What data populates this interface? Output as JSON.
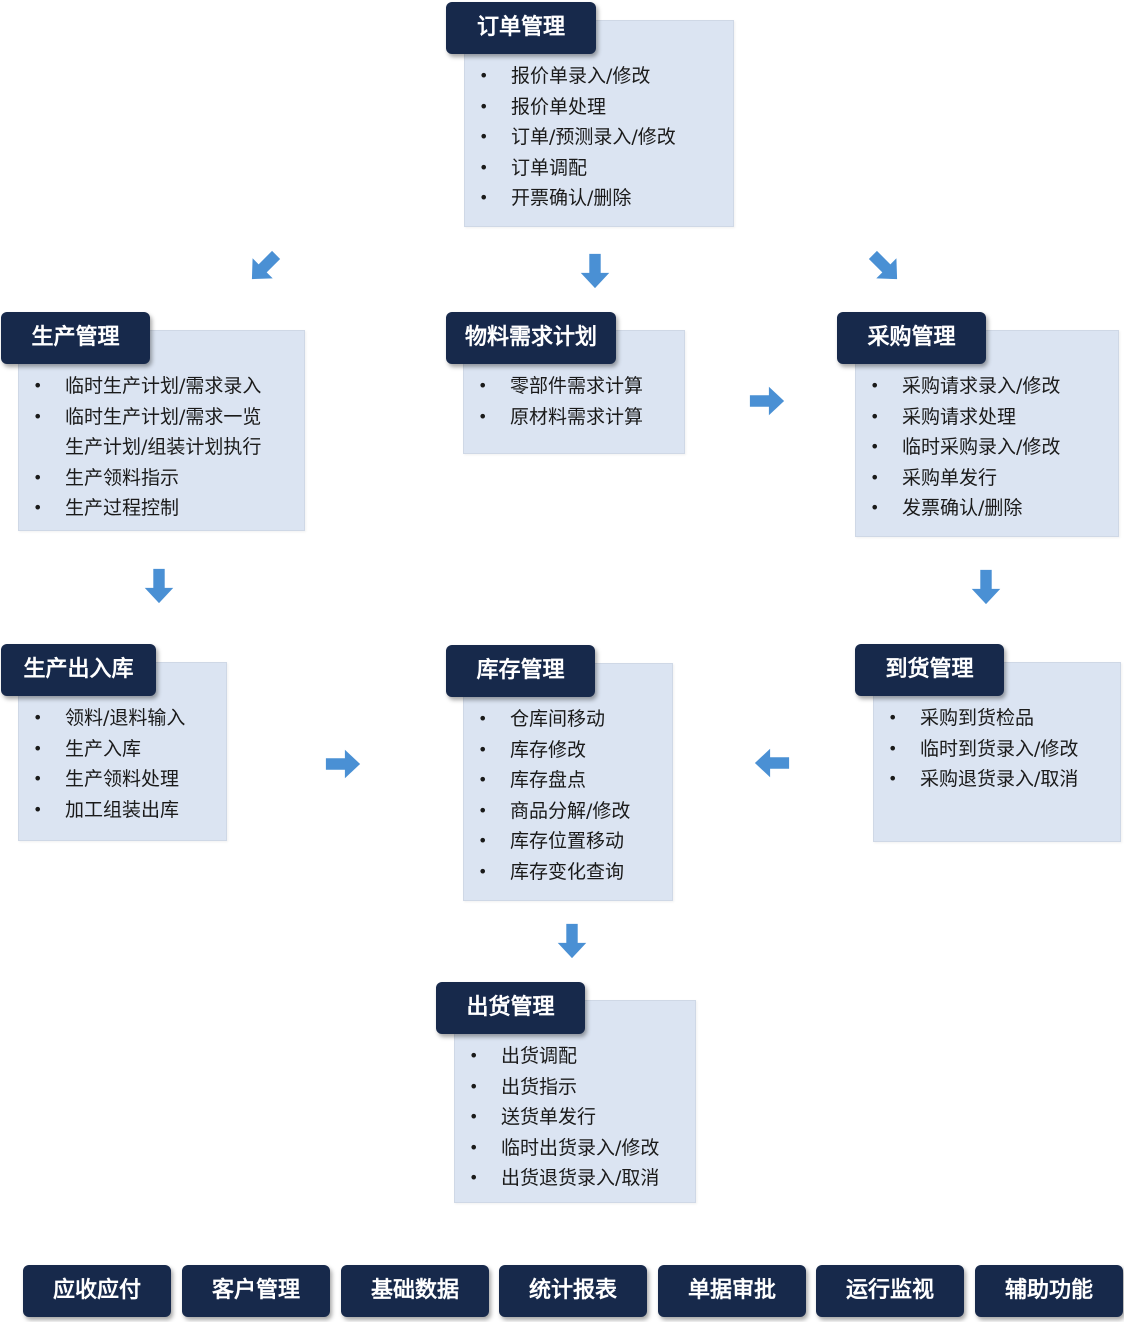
{
  "modules": {
    "order": {
      "title": "订单管理",
      "items": [
        "报价单录入/修改",
        "报价单处理",
        "订单/预测录入/修改",
        "订单调配",
        "开票确认/删除"
      ]
    },
    "production": {
      "title": "生产管理",
      "items": [
        "临时生产计划/需求录入",
        "临时生产计划/需求一览",
        "生产计划/组装计划执行",
        "生产领料指示",
        "生产过程控制"
      ]
    },
    "mrp": {
      "title": "物料需求计划",
      "items": [
        "零部件需求计算",
        "原材料需求计算"
      ]
    },
    "purchase": {
      "title": "采购管理",
      "items": [
        "采购请求录入/修改",
        "采购请求处理",
        "临时采购录入/修改",
        "采购单发行",
        "发票确认/删除"
      ]
    },
    "production_io": {
      "title": "生产出入库",
      "items": [
        "领料/退料输入",
        "生产入库",
        "生产领料处理",
        "加工组装出库"
      ]
    },
    "inventory": {
      "title": "库存管理",
      "items": [
        "仓库间移动",
        "库存修改",
        "库存盘点",
        "商品分解/修改",
        "库存位置移动",
        "库存变化查询"
      ]
    },
    "arrival": {
      "title": "到货管理",
      "items": [
        "采购到货检品",
        "临时到货录入/修改",
        "采购退货录入/取消"
      ]
    },
    "shipping": {
      "title": "出货管理",
      "items": [
        "出货调配",
        "出货指示",
        "送货单发行",
        "临时出货录入/修改",
        "出货退货录入/取消"
      ]
    }
  },
  "bottom_buttons": [
    "应收应付",
    "客户管理",
    "基础数据",
    "统计报表",
    "单据审批",
    "运行监视",
    "辅助功能"
  ],
  "colors": {
    "tag": "#17294b",
    "panel": "#dbe4f2",
    "arrow": "#4a90d4"
  }
}
